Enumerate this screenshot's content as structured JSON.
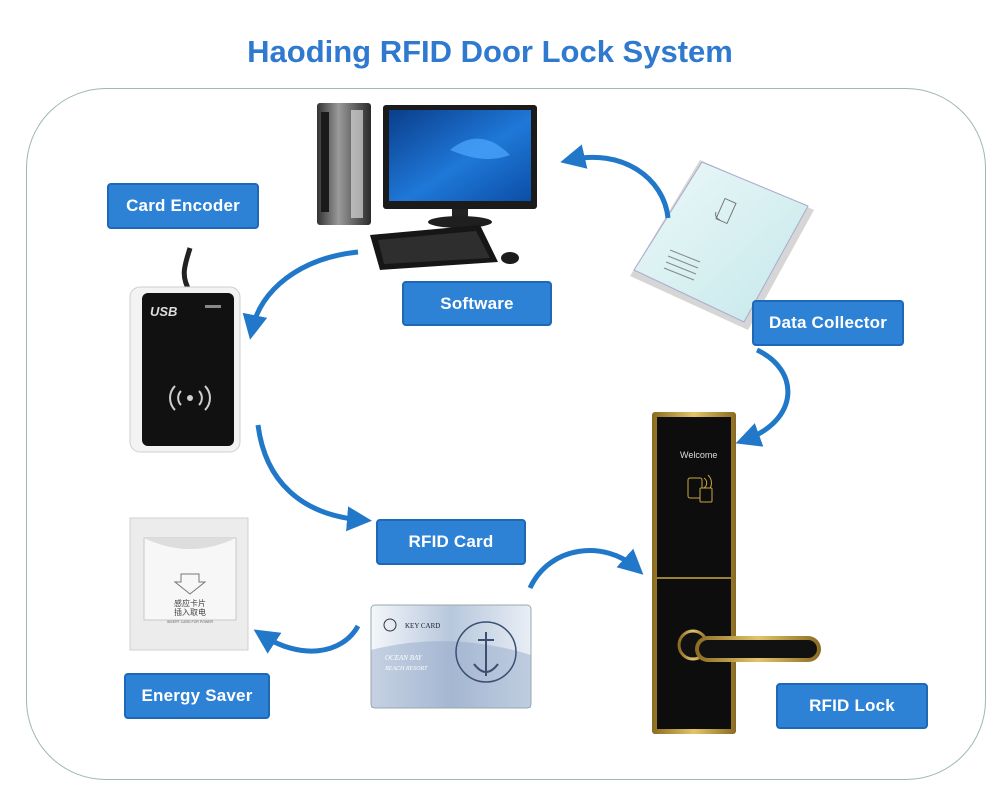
{
  "title": "Haoding RFID Door Lock System",
  "labels": {
    "card_encoder": "Card Encoder",
    "software": "Software",
    "data_collector": "Data Collector",
    "rfid_card": "RFID Card",
    "energy_saver": "Energy Saver",
    "rfid_lock": "RFID Lock"
  },
  "device_text": {
    "usb": "USB",
    "welcome": "Welcome",
    "key_card": "KEY CARD",
    "ocean_bay": "OCEAN BAY",
    "beach_resort": "BEACH RESORT",
    "saver_cn_1": "感应卡片",
    "saver_cn_2": "插入取电",
    "saver_en": "INSERT CARD FOR POWER"
  },
  "colors": {
    "title": "#2f79cf",
    "label_bg": "#2d82d6",
    "arrow": "#2178c8",
    "frame": "#9fb8b0"
  }
}
